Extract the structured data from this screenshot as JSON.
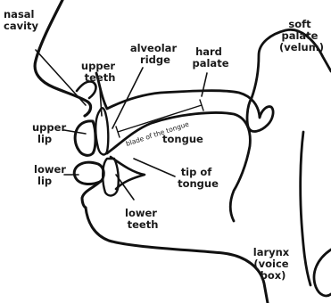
{
  "labels": {
    "nasal_cavity": [
      "nasal",
      "cavity"
    ],
    "upper_teeth": [
      "upper",
      "teeth"
    ],
    "alveolar_ridge": [
      "alveolar",
      "ridge"
    ],
    "hard_palate": [
      "hard",
      "palate"
    ],
    "soft_palate": [
      "soft",
      "palate",
      "(velum)"
    ],
    "upper_lip": [
      "upper",
      "lip"
    ],
    "lower_lip": [
      "lower",
      "lip"
    ],
    "tongue": "tongue",
    "blade_of_the_tongue": "blade of the tongue",
    "tip_of_tongue": [
      "tip of",
      "tongue"
    ],
    "lower_teeth": [
      "lower",
      "teeth"
    ],
    "larynx": [
      "larynx",
      "(voice",
      "box)"
    ]
  }
}
